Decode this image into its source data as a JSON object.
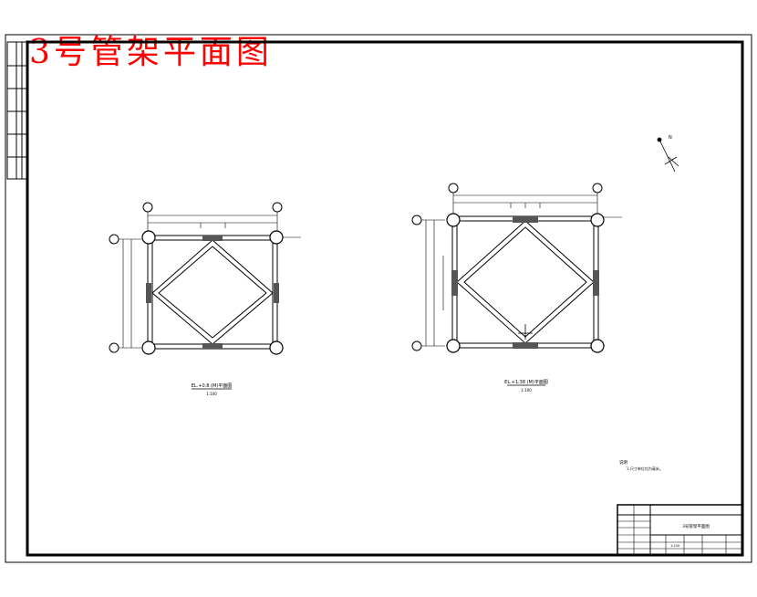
{
  "sheet_title": "3号管架平面图",
  "left_plan": {
    "caption": "EL.+0.8 (M)平面图",
    "scale": "1:100"
  },
  "right_plan": {
    "caption": "EL.+1.38 (M)平面图",
    "scale": "1:100"
  },
  "notes": {
    "heading": "说明",
    "text": "1.尺寸单位均为毫米。"
  },
  "title_block": {
    "drawing_name": "3号管架平面图",
    "scale_label": "1:100"
  },
  "north_label": "N"
}
